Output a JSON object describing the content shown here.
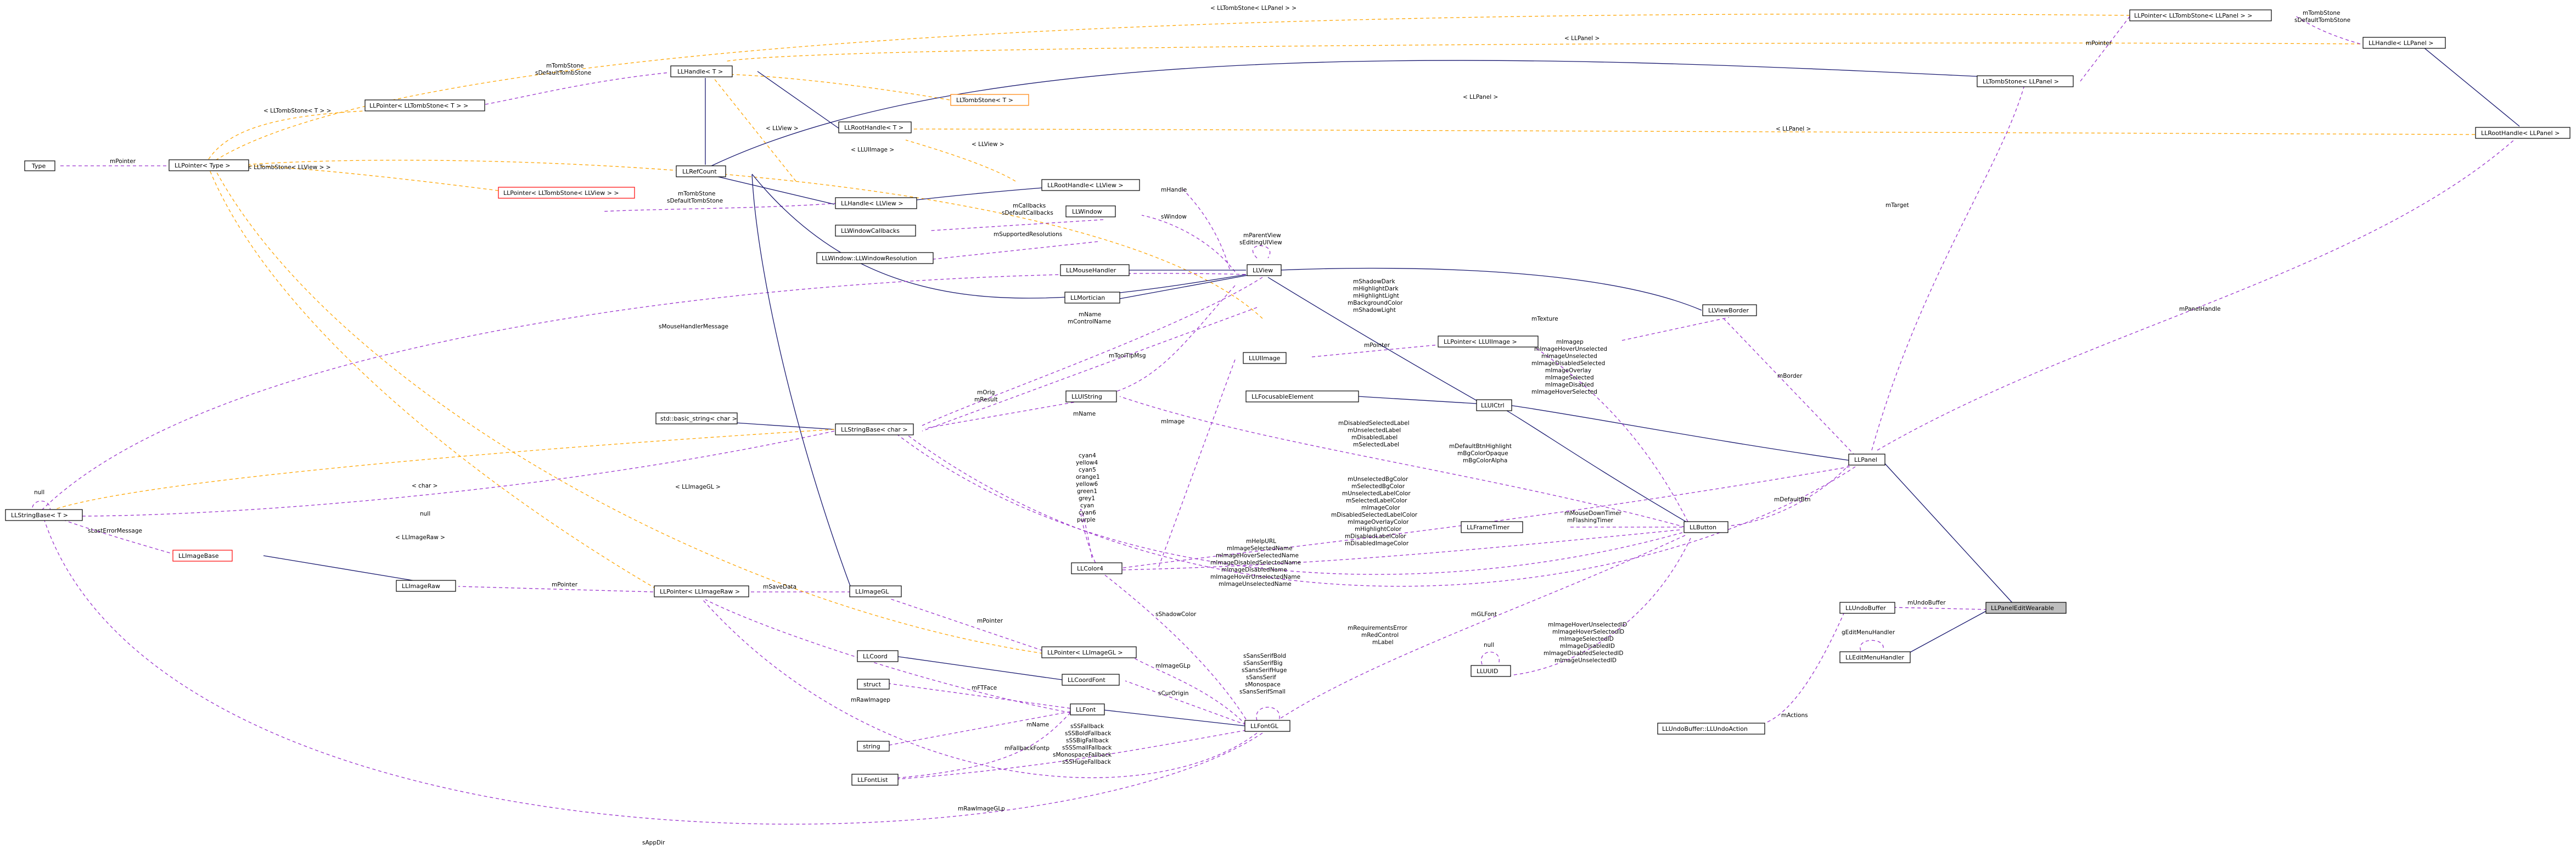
{
  "colors": {
    "inheritance": "#191970",
    "usage": "#9a32cd",
    "template": "#ffa500",
    "highlight_fill": "#bfbfbf",
    "red_border": "#ff0000"
  },
  "nodes": {
    "type": "Type",
    "llpointer_type": "LLPointer< Type >",
    "llstringbase_t": "LLStringBase< T >",
    "llhandle_t": "LLHandle< T >",
    "llpointer_tombstone_t": "LLPointer< LLTombStone< T > >",
    "llroothandle_t": "LLRootHandle< T >",
    "llrefcount": "LLRefCount",
    "llpointer_tombstone_llview": "LLPointer< LLTombStone< LLView > >",
    "lltombstone_t": "LLTombStone< T >",
    "llpointer_tombstone_llpanel": "LLPointer< LLTombStone< LLPanel > >",
    "lltombstone_llpanel": "LLTombStone< LLPanel >",
    "llhandle_llpanel": "LLHandle< LLPanel >",
    "llroothandle_llpanel": "LLRootHandle< LLPanel >",
    "llroothandle_llview": "LLRootHandle< LLView >",
    "llhandle_llview": "LLHandle< LLView >",
    "llwindow": "LLWindow",
    "llwindowcallbacks": "LLWindowCallbacks",
    "llwindow_resolution": "LLWindow::LLWindowResolution",
    "llmousehandler": "LLMouseHandler",
    "llmortician": "LLMortician",
    "llview": "LLView",
    "llviewborder": "LLViewBorder",
    "llpointer_lluiimage": "LLPointer< LLUIImage >",
    "lluiimage": "LLUIImage",
    "llfocusableelement": "LLFocusableElement",
    "lluictrl": "LLUICtrl",
    "lluistring": "LLUIString",
    "std_basic_string": "std::basic_string< char >",
    "llstringbase_char": "LLStringBase< char >",
    "llpanel": "LLPanel",
    "llimagebase": "LLImageBase",
    "llimageraw": "LLImageRaw",
    "llpointer_llimageraw": "LLPointer< LLImageRaw >",
    "llimagegl": "LLImageGL",
    "llcolor4": "LLColor4",
    "llframetimer": "LLFrameTimer",
    "llbutton": "LLButton",
    "llpointer_llimagegl": "LLPointer< LLImageGL >",
    "llcoord": "LLCoord",
    "llcoordfont": "LLCoordFont",
    "struct": "struct",
    "llfont": "LLFont",
    "string": "string",
    "llfontlist": "LLFontList",
    "llfontgl": "LLFontGL",
    "lluiid": "LLUUID",
    "llundobuffer_action": "LLUndoBuffer::LLUndoAction",
    "llundobuffer": "LLUndoBuffer",
    "lleditmenuhandler": "LLEditMenuHandler",
    "llpaneleditwearable": "LLPanelEditWearable"
  },
  "edge_labels": {
    "tombstone_panel_top": "< LLTombStone< LLPanel > >",
    "llpanel_top": "< LLPanel >",
    "mtombstone_defaulttombstone_a": "mTombStone\nsDefaultTombStone",
    "mtombstone_defaulttombstone_b": "mTombStone\nsDefaultTombStone",
    "mtombstone_defaulttombstone_c": "mTombStone\nsDefaultTombStone",
    "mpointer_a": "mPointer",
    "mpointer_b": "mPointer",
    "mpointer_c": "mPointer",
    "mpointer_d": "mPointer",
    "mpointer_e": "mPointer",
    "lltombstone_t_a": "< LLTombStone< T > >",
    "llview_a": "< LLView >",
    "llview_b": "< LLView >",
    "llpanel_a": "< LLPanel >",
    "llpanel_b": "< LLPanel >",
    "lluiimage_a": "< LLUIImage >",
    "lltombstone_llview": "< LLTombStone< LLView > >",
    "mhandle": "mHandle",
    "mcallbacks": "mCallbacks\nsDefaultCallbacks",
    "mwindow": "sWindow",
    "msupported": "mSupportedResolutions",
    "mparentview": "mParentView\nsEditingUIView",
    "mtarget": "mTarget",
    "shadow_colors": "mShadowDark\nmHighlightDark\nmHighlightLight\nmBackgroundColor\nmShadowLight",
    "mtexture": "mTexture",
    "mname_mcontrolname": "mName\nmControlName",
    "mpanelhandle": "mPanelHandle",
    "mtooltipmsg": "mToolTipMsg",
    "mouse_handler_msg": "sMouseHandlerMessage",
    "morig_mresult": "mOrig\nmResult",
    "mname": "mName",
    "image_list": "mImagep\nmImageHoverUnselected\nmImageUnselected\nmImageDisabledSelected\nmImageOverlay\nmImageSelected\nmImageDisabled\nmImageHoverSelected",
    "mborder": "mBorder",
    "mimage": "mImage",
    "label_colors": "mDisabledSelectedLabel\nmUnselectedLabel\nmDisabledLabel\nmSelectedLabel",
    "color_list": "cyan4\nyellow4\ncyan5\norange1\nyellow6\ngreen1\ngrey1\ncyan\ncyan6\npurple",
    "char_a": "< char >",
    "bg_colors": "mDefaultBtnHighlight\nmBgColorOpaque\nmBgColorAlpha",
    "null_a": "null",
    "null_b": "null",
    "null_c": "null",
    "lasterror": "sLastErrorMessage",
    "llimagegl_tpl": "< LLImageGL >",
    "llimageraw_tpl": "< LLImageRaw >",
    "mdefaultbtn": "mDefaultBtn",
    "button_colors": "mUnselectedBgColor\nmSelectedBgColor\nmUnselectedLabelColor\nmSelectedLabelColor\nmImageColor\nmDisabledSelectedLabelColor\nmImageOverlayColor\nmHighlightColor\nmDisabledLabelColor\nmDisabledImageColor",
    "mousedown": "mMouseDownTimer\nmFlashingTimer",
    "image_names": "mHelpURL\nmImageSelectedName\nmImageHoverSelectedName\nmImageDisabledSelectedName\nmImageDisabledName\nmImageHoverUnselectedName\nmImageUnselectedName",
    "msavedata": "mSaveData",
    "sshadowcolor": "sShadowColor",
    "requirements": "mRequirementsError\nmRedControl\nmLabel",
    "mglfont": "mGLFont",
    "image_ids": "mImageHoverUnselectedID\nmImageHoverSelectedID\nmImageSelectedID\nmImageDisabledID\nmImageDisabledSelectedID\nmImageUnselectedID",
    "mundobuffer": "mUndoBuffer",
    "geditmenuhandler": "gEditMenuHandler",
    "mimageglp": "mImageGLp",
    "font_statics": "sSansSerifBold\nsSansSerifBig\nsSansSerifHuge\nsSansSerif\nsMonospace\nsSansSerifSmall",
    "mrawimagep": "mRawImagep",
    "mftface": "mFTFace",
    "scurorigin": "sCurOrigin",
    "mname_font": "mName",
    "fallbacks": "sSSFallback\nsSSBoldFallback\nsSSBigFallback\nsSSSmallFallback\nsMonospaceFallback\nsSSHugeFallback",
    "mfallbackfontp": "mFallbackFontp",
    "mactions": "mActions",
    "mrawimageglp": "mRawImageGLp",
    "sappdir": "sAppDir"
  }
}
